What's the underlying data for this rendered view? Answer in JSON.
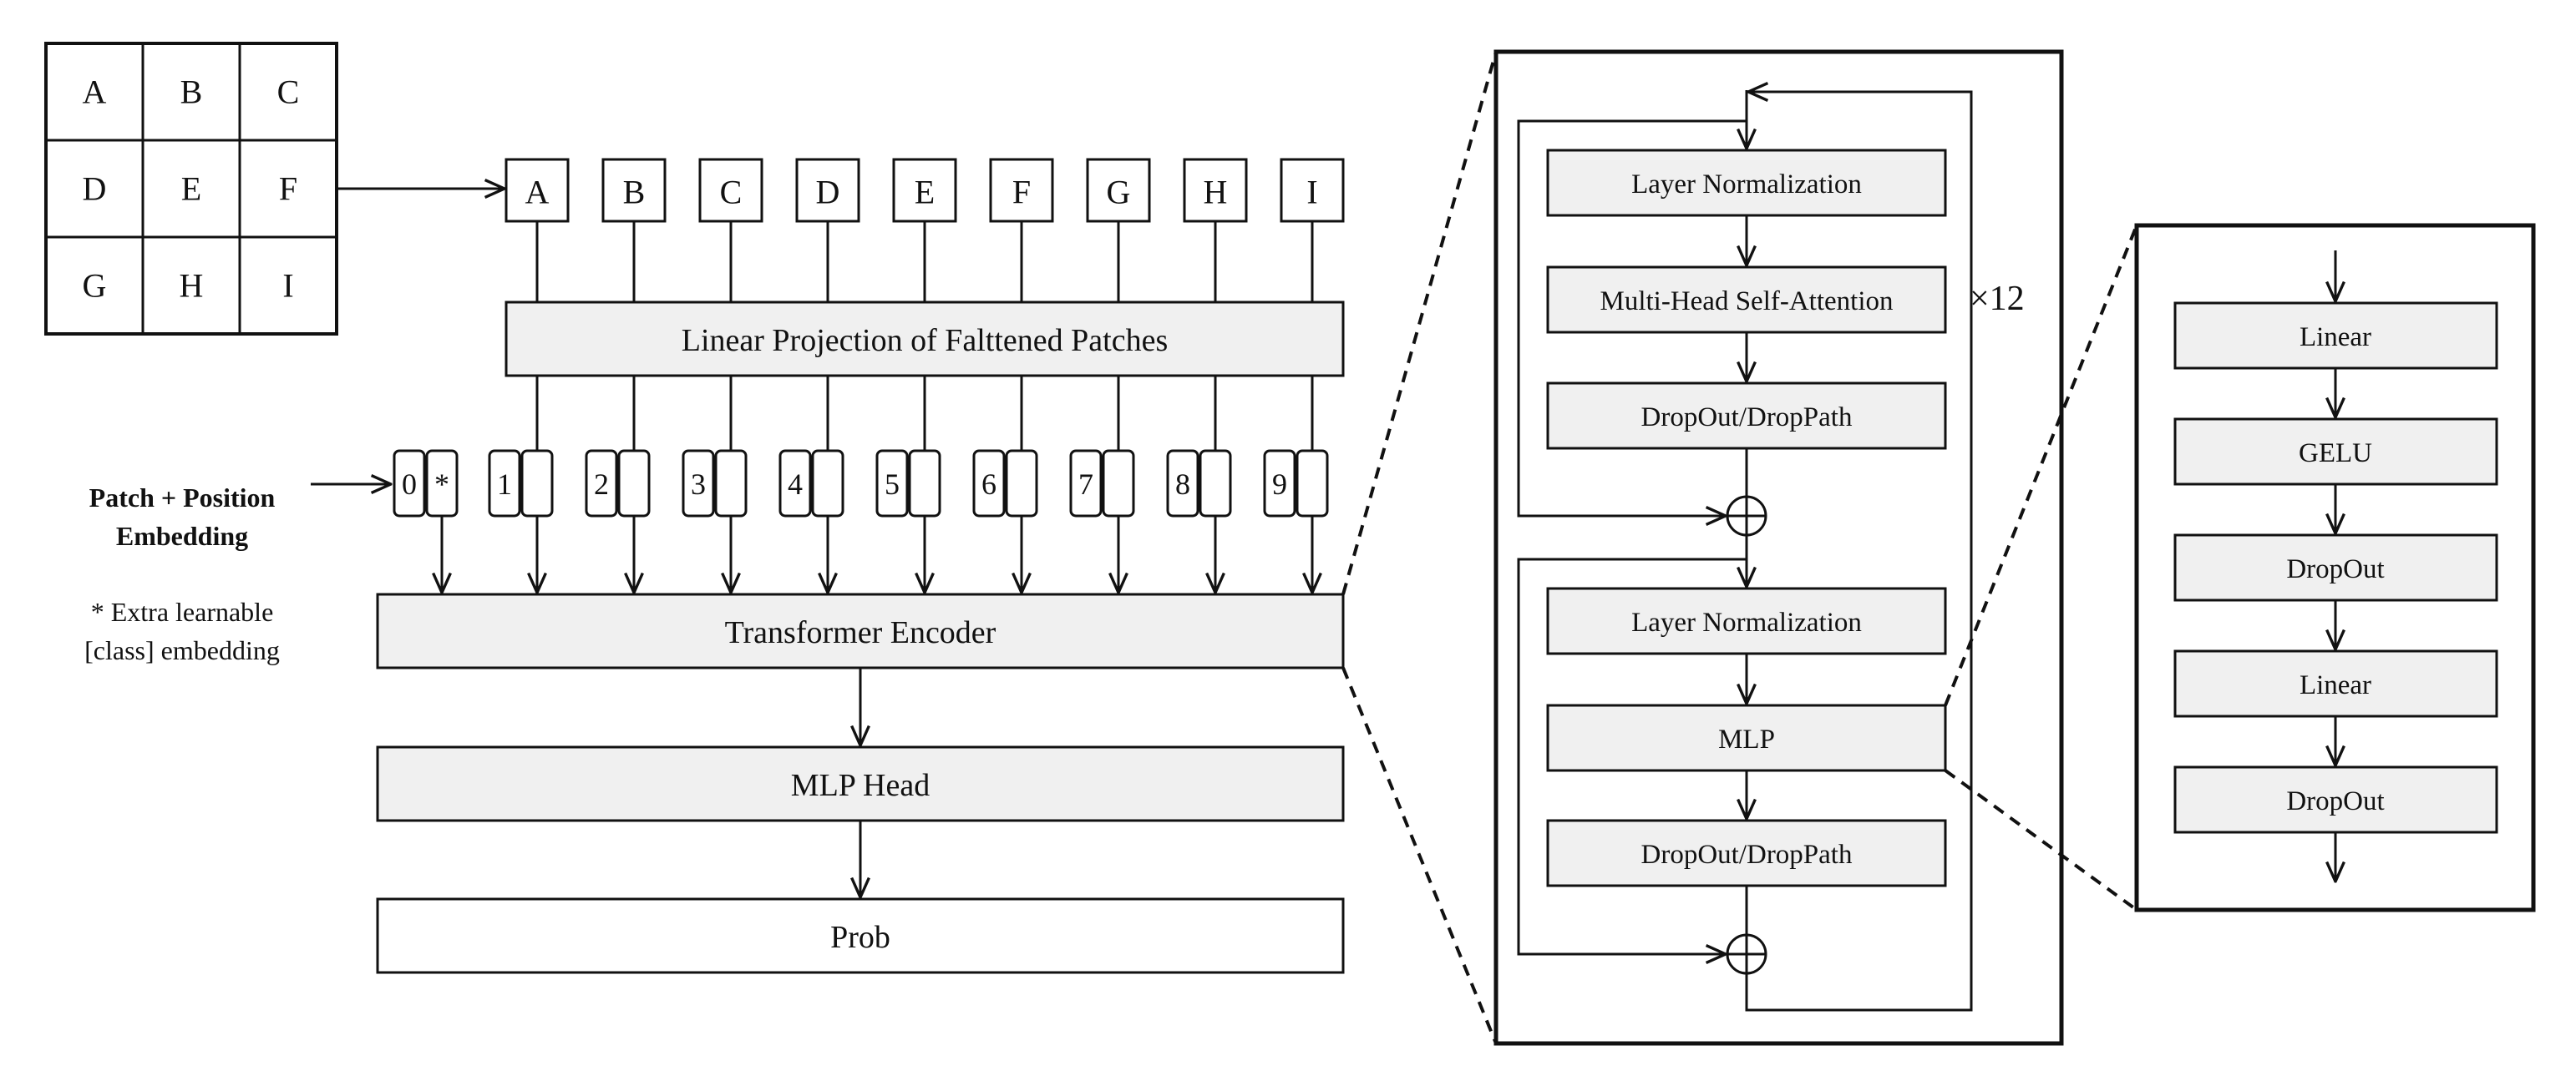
{
  "input_grid": [
    "A",
    "B",
    "C",
    "D",
    "E",
    "F",
    "G",
    "H",
    "I"
  ],
  "patches": [
    "A",
    "B",
    "C",
    "D",
    "E",
    "F",
    "G",
    "H",
    "I"
  ],
  "projection_label": "Linear Projection of Falttened Patches",
  "tokens": [
    {
      "index": "0",
      "tag": "*"
    },
    {
      "index": "1",
      "tag": ""
    },
    {
      "index": "2",
      "tag": ""
    },
    {
      "index": "3",
      "tag": ""
    },
    {
      "index": "4",
      "tag": ""
    },
    {
      "index": "5",
      "tag": ""
    },
    {
      "index": "6",
      "tag": ""
    },
    {
      "index": "7",
      "tag": ""
    },
    {
      "index": "8",
      "tag": ""
    },
    {
      "index": "9",
      "tag": ""
    }
  ],
  "embedding_label": {
    "line1": "Patch + Position",
    "line2": "Embedding"
  },
  "class_note": {
    "line1": "* Extra learnable",
    "line2": "[class] embedding"
  },
  "encoder_label": "Transformer Encoder",
  "head_label": "MLP Head",
  "output_label": "Prob",
  "encoder_block": {
    "layers": [
      "Layer Normalization",
      "Multi-Head Self-Attention",
      "DropOut/DropPath",
      "Layer Normalization",
      "MLP",
      "DropOut/DropPath"
    ],
    "repeat": "×12"
  },
  "mlp_block": {
    "layers": [
      "Linear",
      "GELU",
      "DropOut",
      "Linear",
      "DropOut"
    ]
  }
}
